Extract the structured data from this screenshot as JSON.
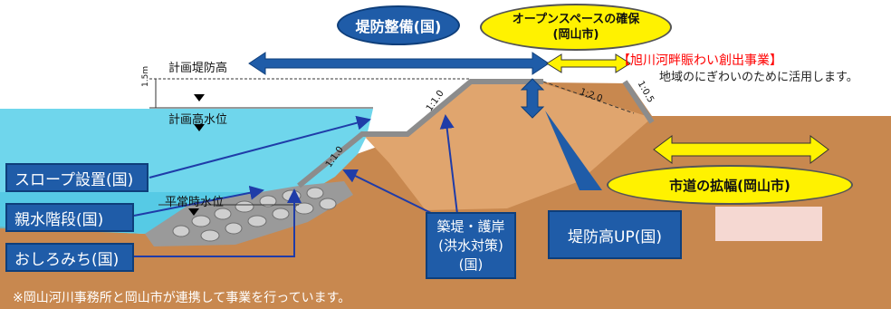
{
  "labels": {
    "levee_improvement": "堤防整備(国)",
    "open_space": "オープンスペースの確保",
    "open_space_sub": "(岡山市)",
    "riverside_project": "【旭川河畔賑わい創出事業】",
    "regional_use": "地域のにぎわいのために活用します。",
    "planned_levee_height": "計画堤防高",
    "planned_high_water": "計画高水位",
    "freeboard": "1.5m",
    "normal_water_level": "平常時水位",
    "slope_1_1_0_upper": "1:1.0",
    "slope_1_1_0_lower": "1:1.0",
    "slope_1_2_0": "1:2.0",
    "slope_1_0_5": "1:0.5",
    "slope_install": "スロープ設置(国)",
    "water_steps": "親水階段(国)",
    "oshiro_path": "おしろみち(国)",
    "embankment_line1": "築堤・護岸",
    "embankment_line2": "(洪水対策)",
    "embankment_line3": "(国)",
    "levee_height_up": "堤防高UP(国)",
    "road_widening": "市道の拡幅(岡山市)",
    "footnote": "※岡山河川事務所と岡山市が連携して事業を行っています。"
  },
  "colors": {
    "navy": "#1f5ca8",
    "yellow": "#fff200",
    "water": "#6fd6ec",
    "earth": "#c8884f",
    "red_text": "#ff0000"
  }
}
